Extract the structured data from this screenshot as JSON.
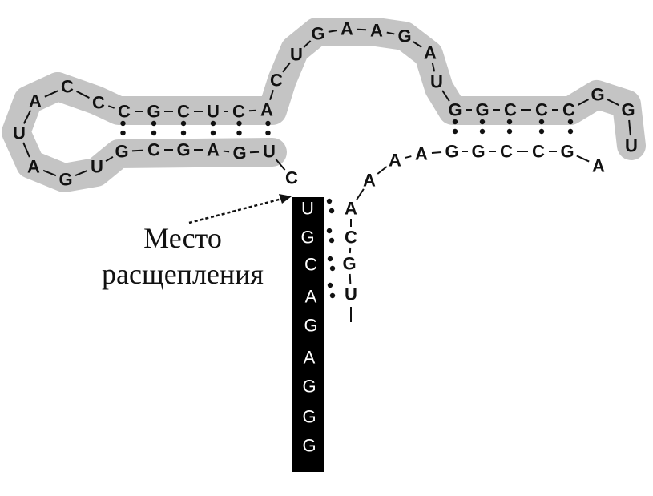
{
  "colors": {
    "ribbon": "#c4c4c4",
    "substrate": "#000000",
    "ink": "#111111",
    "background": "#ffffff"
  },
  "cleavage_label": {
    "line1": "Место",
    "line2": "расщепления"
  },
  "strands": {
    "hp1_top": [
      "C",
      "G",
      "C",
      "U",
      "C",
      "A"
    ],
    "hp1_bottom": [
      "G",
      "C",
      "G",
      "A",
      "G",
      "U"
    ],
    "hp1_loop": [
      "C",
      "C",
      "A",
      "U",
      "A",
      "G",
      "U"
    ],
    "linker1": [
      "C",
      "U",
      "G",
      "A",
      "A",
      "G",
      "A",
      "U"
    ],
    "hp2_top": [
      "G",
      "G",
      "C",
      "C",
      "C"
    ],
    "hp2_loop": [
      "G",
      "G",
      "U"
    ],
    "hp2_bottom": [
      "A",
      "G",
      "C",
      "C",
      "G",
      "G",
      "A"
    ],
    "tail": [
      "A",
      "A"
    ],
    "enzyme_stem": [
      "A",
      "C",
      "G",
      "U"
    ],
    "cleavage_nt": [
      "C"
    ],
    "substrate": [
      "U",
      "G",
      "C",
      "A",
      "G",
      "A",
      "G",
      "G",
      "G"
    ]
  }
}
